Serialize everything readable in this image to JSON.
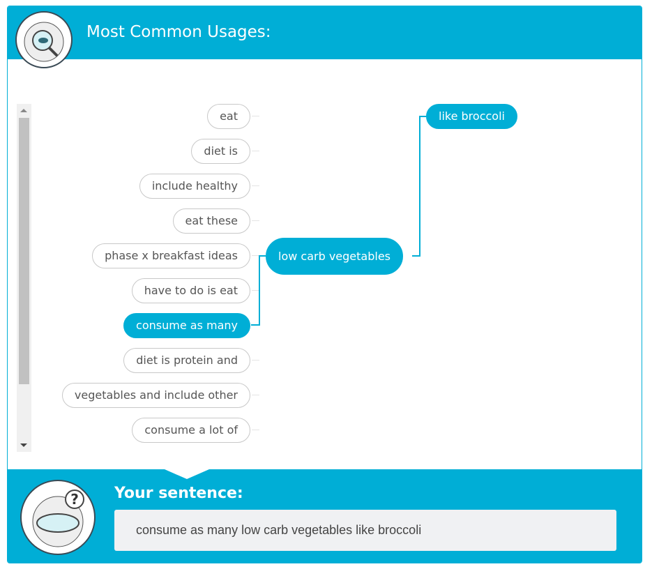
{
  "header": {
    "title": "Most Common Usages:",
    "icon": "magnifier-robot-icon"
  },
  "left_options": [
    {
      "label": "eat",
      "selected": false
    },
    {
      "label": "diet is",
      "selected": false
    },
    {
      "label": "include healthy",
      "selected": false
    },
    {
      "label": "eat these",
      "selected": false
    },
    {
      "label": "phase x breakfast ideas",
      "selected": false
    },
    {
      "label": "have to do is eat",
      "selected": false
    },
    {
      "label": "consume as many",
      "selected": true
    },
    {
      "label": "diet is protein and",
      "selected": false
    },
    {
      "label": "vegetables and include other",
      "selected": false
    },
    {
      "label": "consume a lot of",
      "selected": false
    }
  ],
  "center": {
    "label": "low carb vegetables"
  },
  "right_options": [
    {
      "label": "like broccoli",
      "selected": true
    }
  ],
  "footer": {
    "heading": "Your sentence:",
    "sentence": "consume as many low carb vegetables like broccoli",
    "icon": "thinking-robot-icon"
  },
  "colors": {
    "accent": "#00AED6"
  }
}
